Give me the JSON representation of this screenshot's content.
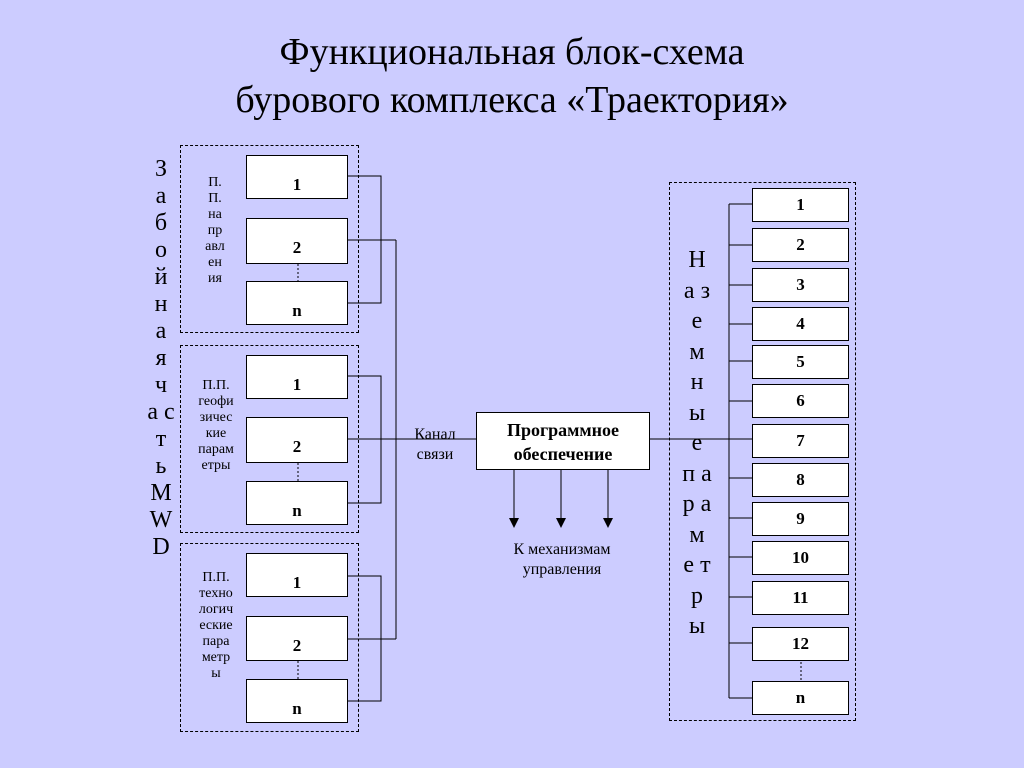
{
  "title": {
    "line1": "Функциональная блок-схема",
    "line2": "бурового комплекса «Траектория»"
  },
  "left_vertical_label": [
    "З",
    "а",
    "б",
    "о",
    "й",
    "н",
    "а",
    "я",
    "ч",
    "а с",
    "т",
    "ь",
    "M",
    "W",
    "D"
  ],
  "left_groups": [
    {
      "label": [
        "П.",
        "П.",
        "на",
        "пр",
        "авл",
        "ен",
        "ия"
      ],
      "boxes": [
        "1",
        "2",
        "n"
      ]
    },
    {
      "label": [
        "П.П.",
        "геофи",
        "зичес",
        "кие",
        "парам",
        "етры"
      ],
      "boxes": [
        "1",
        "2",
        "n"
      ]
    },
    {
      "label": [
        "П.П.",
        "техно",
        "логич",
        "еские",
        "пара",
        "метр",
        "ы"
      ],
      "boxes": [
        "1",
        "2",
        "n"
      ]
    }
  ],
  "channel_label": [
    "Канал",
    "связи"
  ],
  "software_label": [
    "Программное",
    "обеспечение"
  ],
  "mechanisms_label": [
    "К механизмам",
    "управления"
  ],
  "right_vertical_label": [
    "Н",
    "а з",
    "е",
    "м",
    "н",
    "ы",
    "е",
    "п а",
    "р а",
    "м",
    "е т",
    "р",
    "ы"
  ],
  "right_boxes": [
    "1",
    "2",
    "3",
    "4",
    "5",
    "6",
    "7",
    "8",
    "9",
    "10",
    "11",
    "12",
    "n"
  ]
}
